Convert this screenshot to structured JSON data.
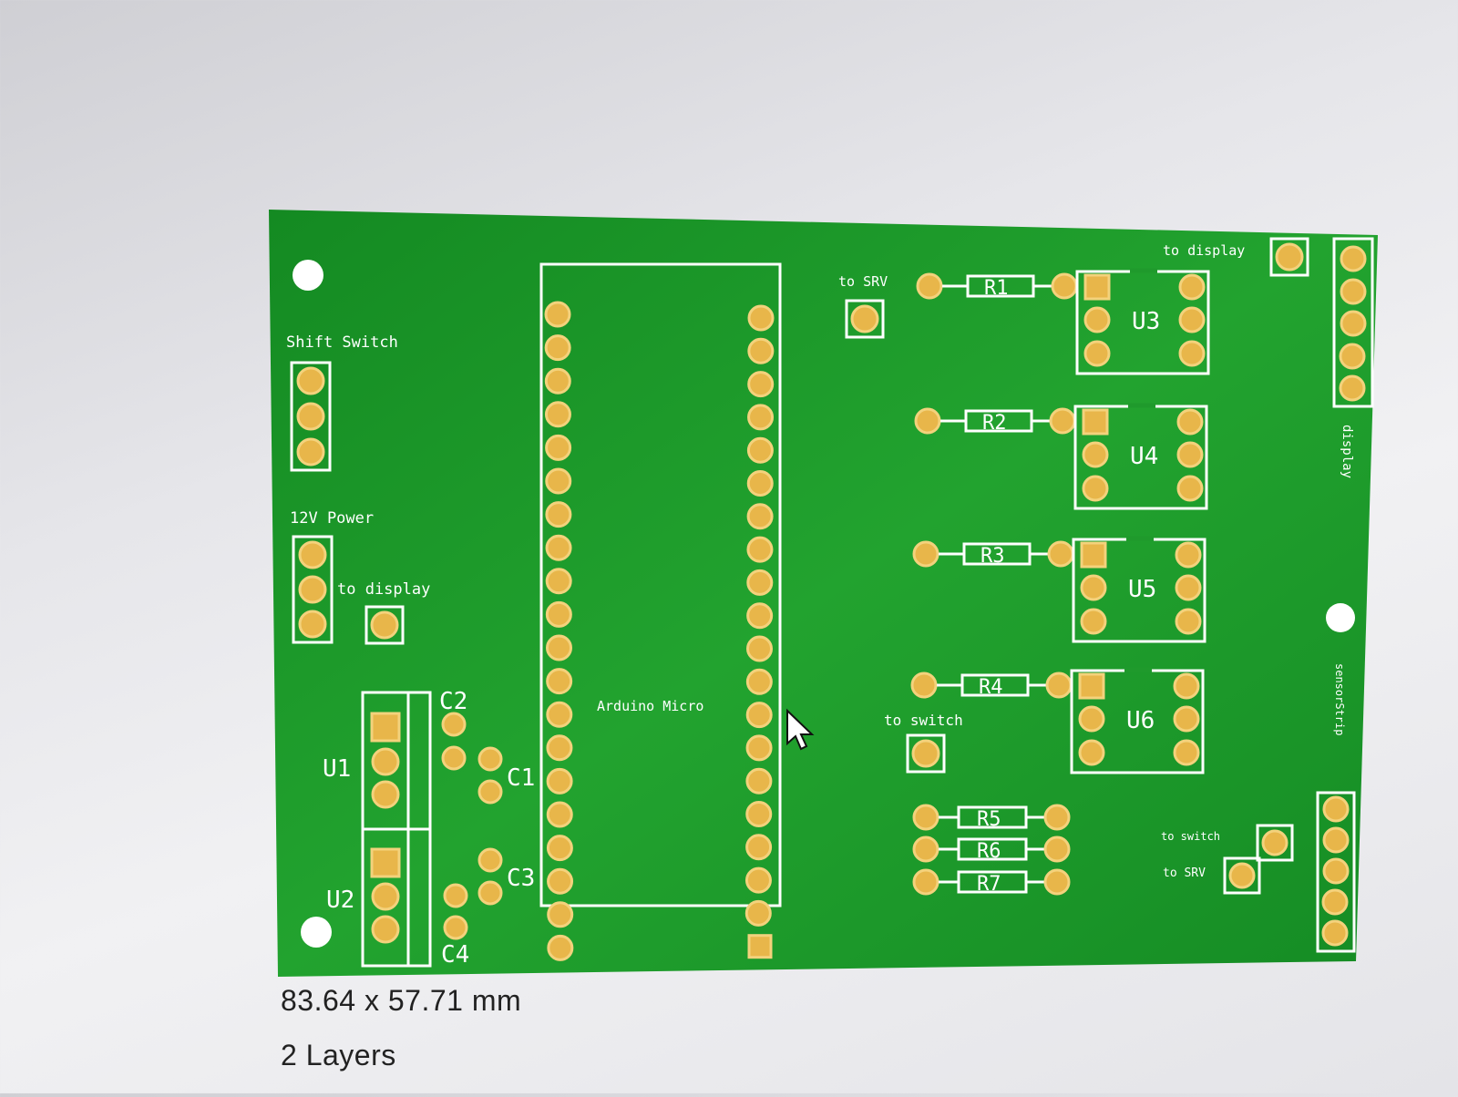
{
  "board": {
    "colors": {
      "board": "#1f9a2c",
      "pad": "#e8b64a",
      "pad_ring": "#f2cf74",
      "silk": "#ffffff",
      "hole": "#ffffff"
    },
    "labels": {
      "shift_switch": "Shift Switch",
      "power_12v": "12V Power",
      "to_display_left": "to display",
      "to_srv_top": "to SRV",
      "to_display_top": "to display",
      "to_switch_mid": "to switch",
      "to_switch_right": "to switch",
      "to_srv_right": "to SRV",
      "display_vertical": "display",
      "connector_vertical": "sensorStrip",
      "arduino": "Arduino Micro"
    },
    "refdes": {
      "U1": "U1",
      "U2": "U2",
      "U3": "U3",
      "U4": "U4",
      "U5": "U5",
      "U6": "U6",
      "C1": "C1",
      "C2": "C2",
      "C3": "C3",
      "C4": "C4",
      "R1": "R1",
      "R2": "R2",
      "R3": "R3",
      "R4": "R4",
      "R5": "R5",
      "R6": "R6",
      "R7": "R7"
    },
    "cursor": "mouse-pointer"
  },
  "info": {
    "dimensions": "83.64 x 57.71 mm",
    "layers": "2 Layers"
  }
}
